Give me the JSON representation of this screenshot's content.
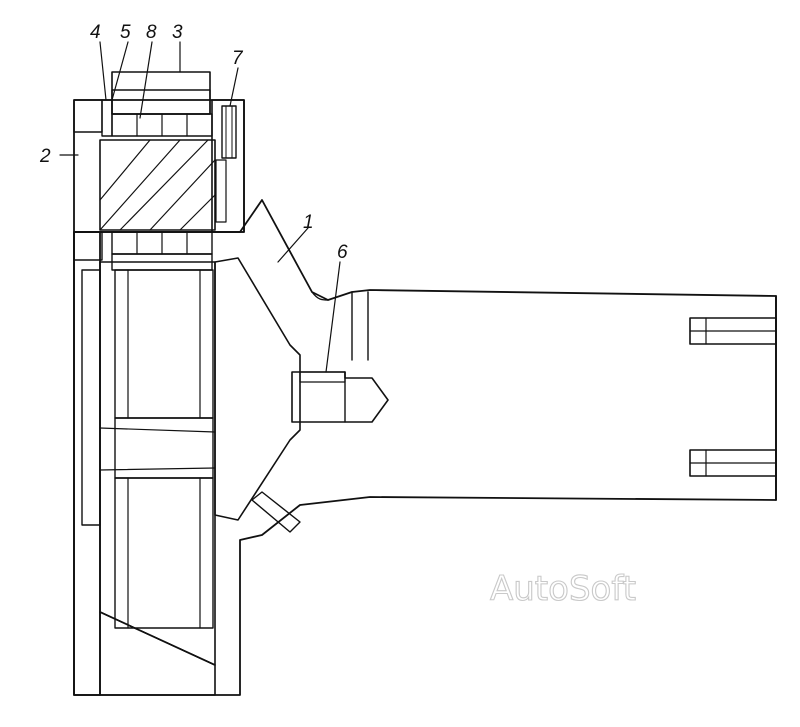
{
  "callouts": {
    "c1": "1",
    "c2": "2",
    "c3": "3",
    "c4": "4",
    "c5": "5",
    "c6": "6",
    "c7": "7",
    "c8": "8"
  },
  "watermark": "AutoSoft",
  "colors": {
    "line": "#111111",
    "background": "#ffffff",
    "watermark": "#c9c9c9"
  }
}
